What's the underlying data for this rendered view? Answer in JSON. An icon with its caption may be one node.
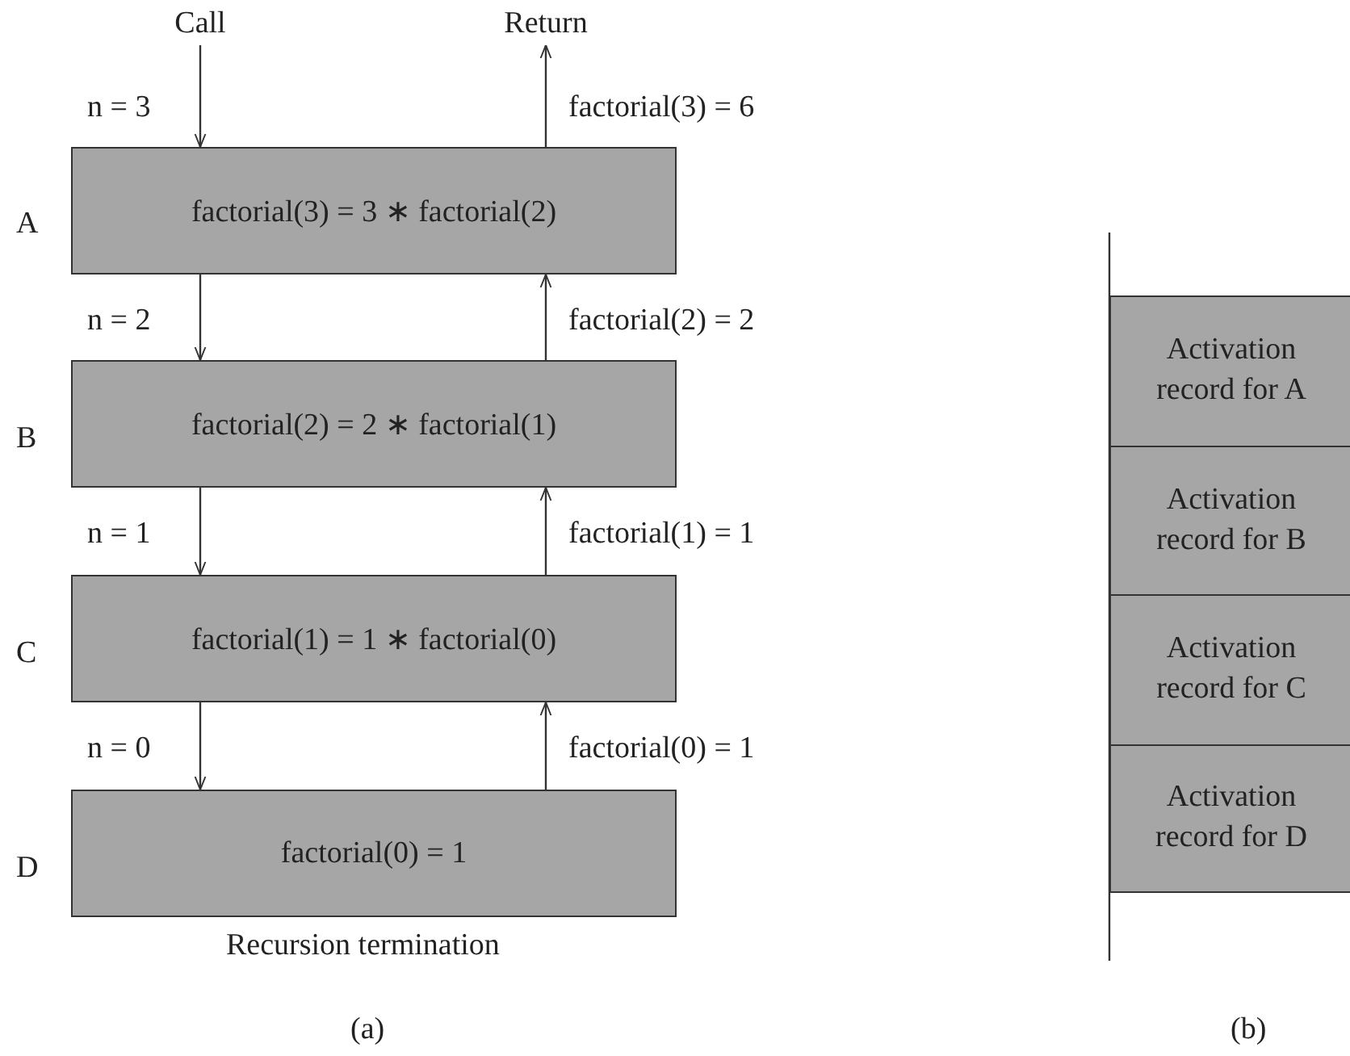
{
  "diagram": {
    "nodes": [
      {
        "text": [
          "Call"
        ]
      },
      {
        "text": [
          "Return"
        ]
      },
      {
        "text": [
          "factorial(3) = 3 ∗ factorial(2)"
        ],
        "beside": [
          "A"
        ]
      },
      {
        "text": [
          "factorial(2) = 2 ∗ factorial(1)"
        ],
        "beside": [
          "B"
        ]
      },
      {
        "text": [
          "factorial(1) = 1 ∗ factorial(0)"
        ],
        "beside": [
          "C"
        ]
      },
      {
        "text": [
          "factorial(0) = 1"
        ],
        "beside": [
          "D",
          "Recursion termination"
        ]
      },
      {
        "text": [
          "Activation record for A"
        ]
      },
      {
        "text": [
          "Activation record for B"
        ]
      },
      {
        "text": [
          "Activation record for C"
        ]
      },
      {
        "text": [
          "Activation record for D"
        ]
      }
    ],
    "edges": [
      {
        "from": 0,
        "to": 2,
        "arrow": "to",
        "label": "n = 3"
      },
      {
        "from": 2,
        "to": 1,
        "arrow": "to",
        "label": "factorial(3) = 6"
      },
      {
        "from": 2,
        "to": 3,
        "arrow": "to",
        "label": "n = 2"
      },
      {
        "from": 3,
        "to": 2,
        "arrow": "to",
        "label": "factorial(2) = 2"
      },
      {
        "from": 3,
        "to": 4,
        "arrow": "to",
        "label": "n = 1"
      },
      {
        "from": 4,
        "to": 3,
        "arrow": "to",
        "label": "factorial(1) = 1"
      },
      {
        "from": 4,
        "to": 5,
        "arrow": "to",
        "label": "n = 0"
      },
      {
        "from": 5,
        "to": 4,
        "arrow": "to",
        "label": "factorial(0) = 1"
      }
    ],
    "labels": [
      "(a)",
      "(b)"
    ]
  }
}
